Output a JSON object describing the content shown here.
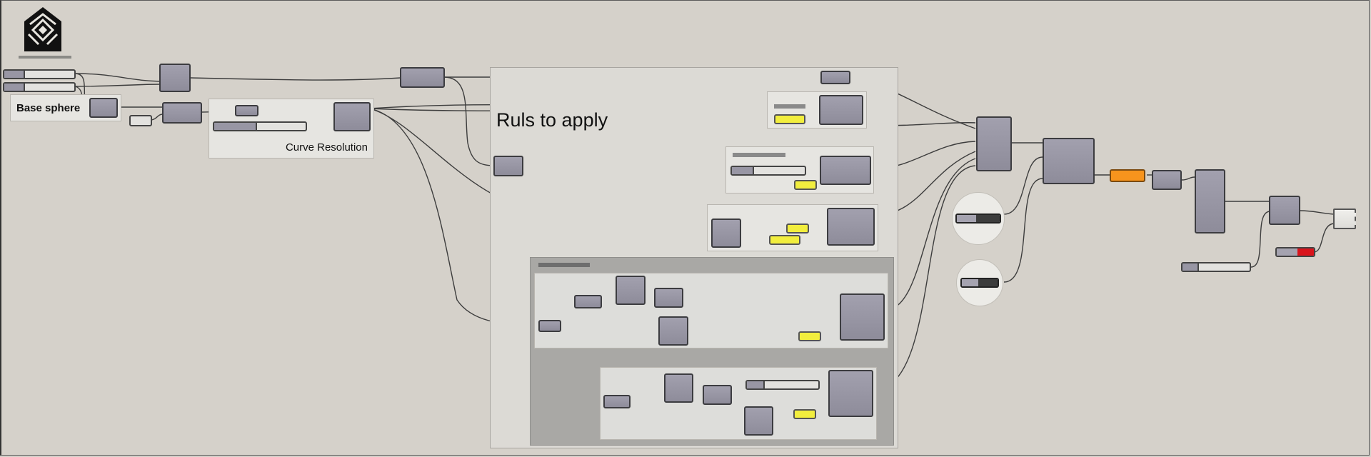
{
  "app": "Grasshopper canvas",
  "logo": {
    "icon": "house-diamond-logo-icon"
  },
  "groups": {
    "base_sphere": {
      "label": "Base sphere"
    },
    "curve_resolution": {
      "label": "Curve Resolution"
    },
    "rules": {
      "label": "Ruls to apply"
    }
  },
  "colors": {
    "canvas": "#d5d1ca",
    "component": "#9896a4",
    "panel_yellow": "#f2ee3e",
    "output_orange": "#f7941d",
    "toggle_red": "#d9141c"
  },
  "sliders": [
    {
      "id": "slider-top-1",
      "fill": 0.28
    },
    {
      "id": "slider-top-2",
      "fill": 0.28
    },
    {
      "id": "slider-curve-res",
      "fill": 0.45
    },
    {
      "id": "slider-rule-2",
      "fill": 0.28
    },
    {
      "id": "slider-sub-2",
      "fill": 0.23
    },
    {
      "id": "slider-bottom-right",
      "fill": 0.22
    }
  ],
  "toggles": [
    {
      "id": "toggle-1",
      "state": "off"
    },
    {
      "id": "toggle-2",
      "state": "off"
    },
    {
      "id": "toggle-red",
      "state": "on"
    }
  ]
}
